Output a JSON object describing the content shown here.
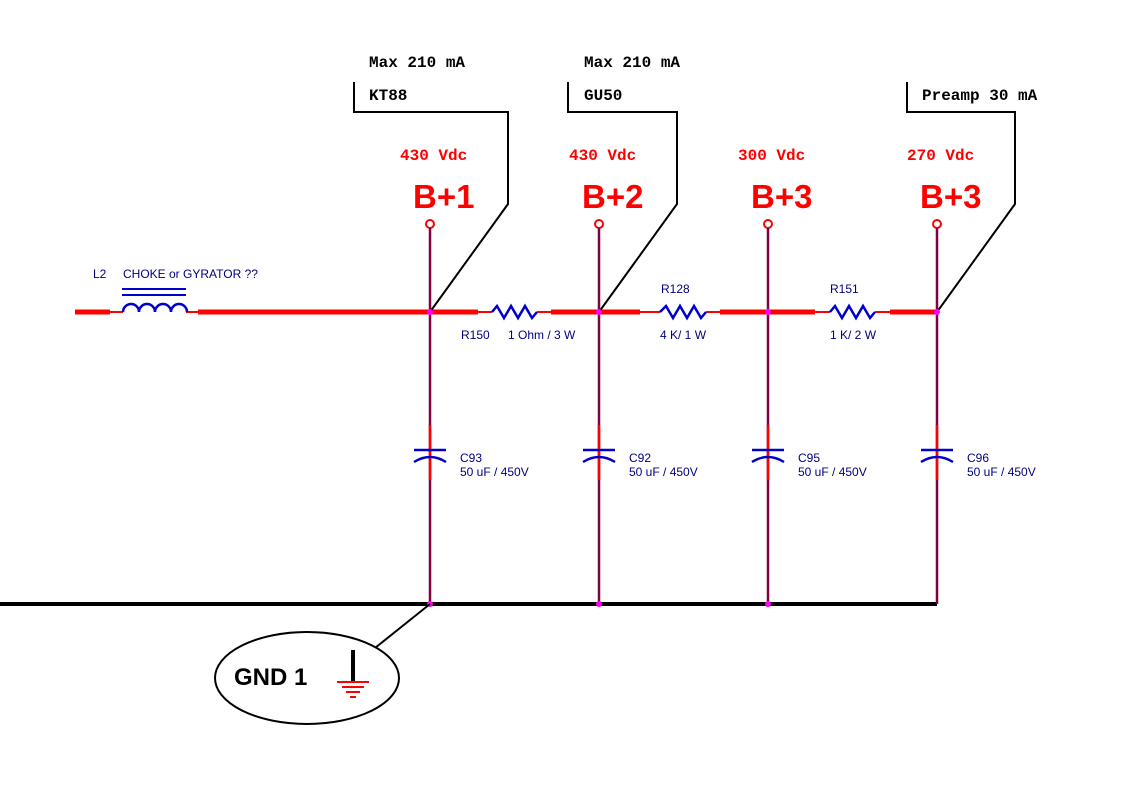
{
  "colors": {
    "rail": "#ff0000",
    "drop": "#800040",
    "component": "#0000cc",
    "label_blue": "#000080",
    "junction": "#ff00ff",
    "leader": "#000000",
    "ground_bus": "#000000",
    "ground_symbol": "#ff0000"
  },
  "inductor": {
    "ref": "L2",
    "description": "CHOKE or GYRATOR ??"
  },
  "resistors": [
    {
      "ref": "R150",
      "value": "1 Ohm / 3 W"
    },
    {
      "ref": "R128",
      "value": "4 K/ 1 W"
    },
    {
      "ref": "R151",
      "value": "1 K/ 2 W"
    }
  ],
  "taps": [
    {
      "name": "B+1",
      "voltage": "430 Vdc",
      "load_note": "Max 210 mA",
      "load": "KT88",
      "capacitor": {
        "ref": "C93",
        "value": "50 uF / 450V"
      }
    },
    {
      "name": "B+2",
      "voltage": "430 Vdc",
      "load_note": "Max 210 mA",
      "load": "GU50",
      "capacitor": {
        "ref": "C92",
        "value": "50 uF / 450V"
      }
    },
    {
      "name": "B+3",
      "voltage": "300 Vdc",
      "load_note": "",
      "load": "",
      "capacitor": {
        "ref": "C95",
        "value": "50 uF / 450V"
      }
    },
    {
      "name": "B+3",
      "voltage": "270 Vdc",
      "load_note": "",
      "load": "Preamp 30 mA",
      "capacitor": {
        "ref": "C96",
        "value": "50 uF / 450V"
      }
    }
  ],
  "ground": {
    "label": "GND 1"
  }
}
